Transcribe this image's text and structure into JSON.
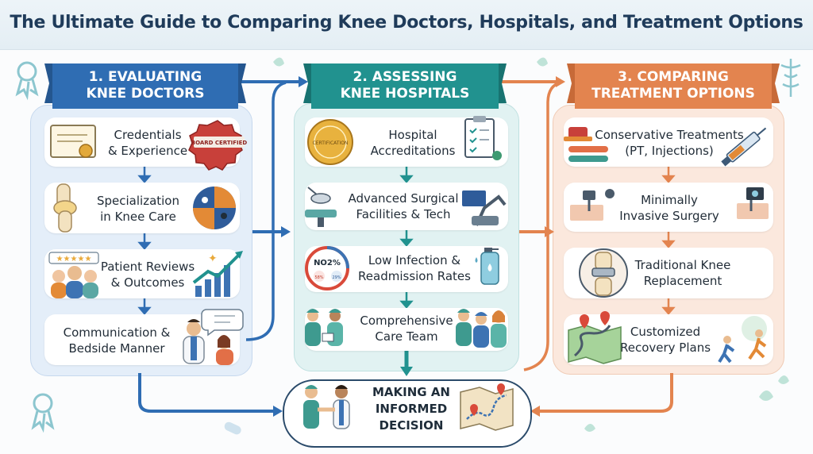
{
  "title": "The Ultimate Guide to Comparing Knee Doctors, Hospitals, and Treatment Options",
  "colors": {
    "blue": "#2f6db3",
    "teal": "#21928f",
    "orange": "#e3844f",
    "navy": "#1f3b5a"
  },
  "columns": [
    {
      "heading_line1": "1. EVALUATING",
      "heading_line2": "KNEE DOCTORS",
      "items": [
        {
          "line1": "Credentials",
          "line2": "& Experience",
          "icon": "certificate-icon"
        },
        {
          "line1": "Specialization",
          "line2": "in Knee Care",
          "icon": "knee-joint-icon"
        },
        {
          "line1": "Patient Reviews",
          "line2": "& Outcomes",
          "icon": "star-rating-icon"
        },
        {
          "line1": "Communication &",
          "line2": "Bedside Manner",
          "icon": "doctor-patient-icon"
        }
      ]
    },
    {
      "heading_line1": "2. ASSESSING",
      "heading_line2": "KNEE HOSPITALS",
      "items": [
        {
          "line1": "Hospital",
          "line2": "Accreditations",
          "icon": "accreditation-seal-icon"
        },
        {
          "line1": "Advanced Surgical",
          "line2": "Facilities & Tech",
          "icon": "surgical-robot-icon"
        },
        {
          "line1": "Low Infection &",
          "line2": "Readmission Rates",
          "icon": "gauge-icon"
        },
        {
          "line1": "Comprehensive",
          "line2": "Care Team",
          "icon": "care-team-icon"
        }
      ],
      "seal_text": "CERTIFICATION",
      "gauge_text": "NO2%",
      "gauge_small_left": "58%",
      "gauge_small_right": "29%"
    },
    {
      "heading_line1": "3. COMPARING",
      "heading_line2": "TREATMENT OPTIONS",
      "items": [
        {
          "line1": "Conservative Treatments",
          "line2": "(PT, Injections)",
          "icon": "syringe-icon"
        },
        {
          "line1": "Minimally",
          "line2": "Invasive Surgery",
          "icon": "arthroscope-icon"
        },
        {
          "line1": "Traditional Knee",
          "line2": "Replacement",
          "icon": "knee-implant-icon"
        },
        {
          "line1": "Customized",
          "line2": "Recovery Plans",
          "icon": "recovery-map-icon"
        }
      ]
    }
  ],
  "badge_text": "BOARD CERTIFIED",
  "decision": {
    "line1": "MAKING AN",
    "line2": "INFORMED",
    "line3": "DECISION"
  }
}
